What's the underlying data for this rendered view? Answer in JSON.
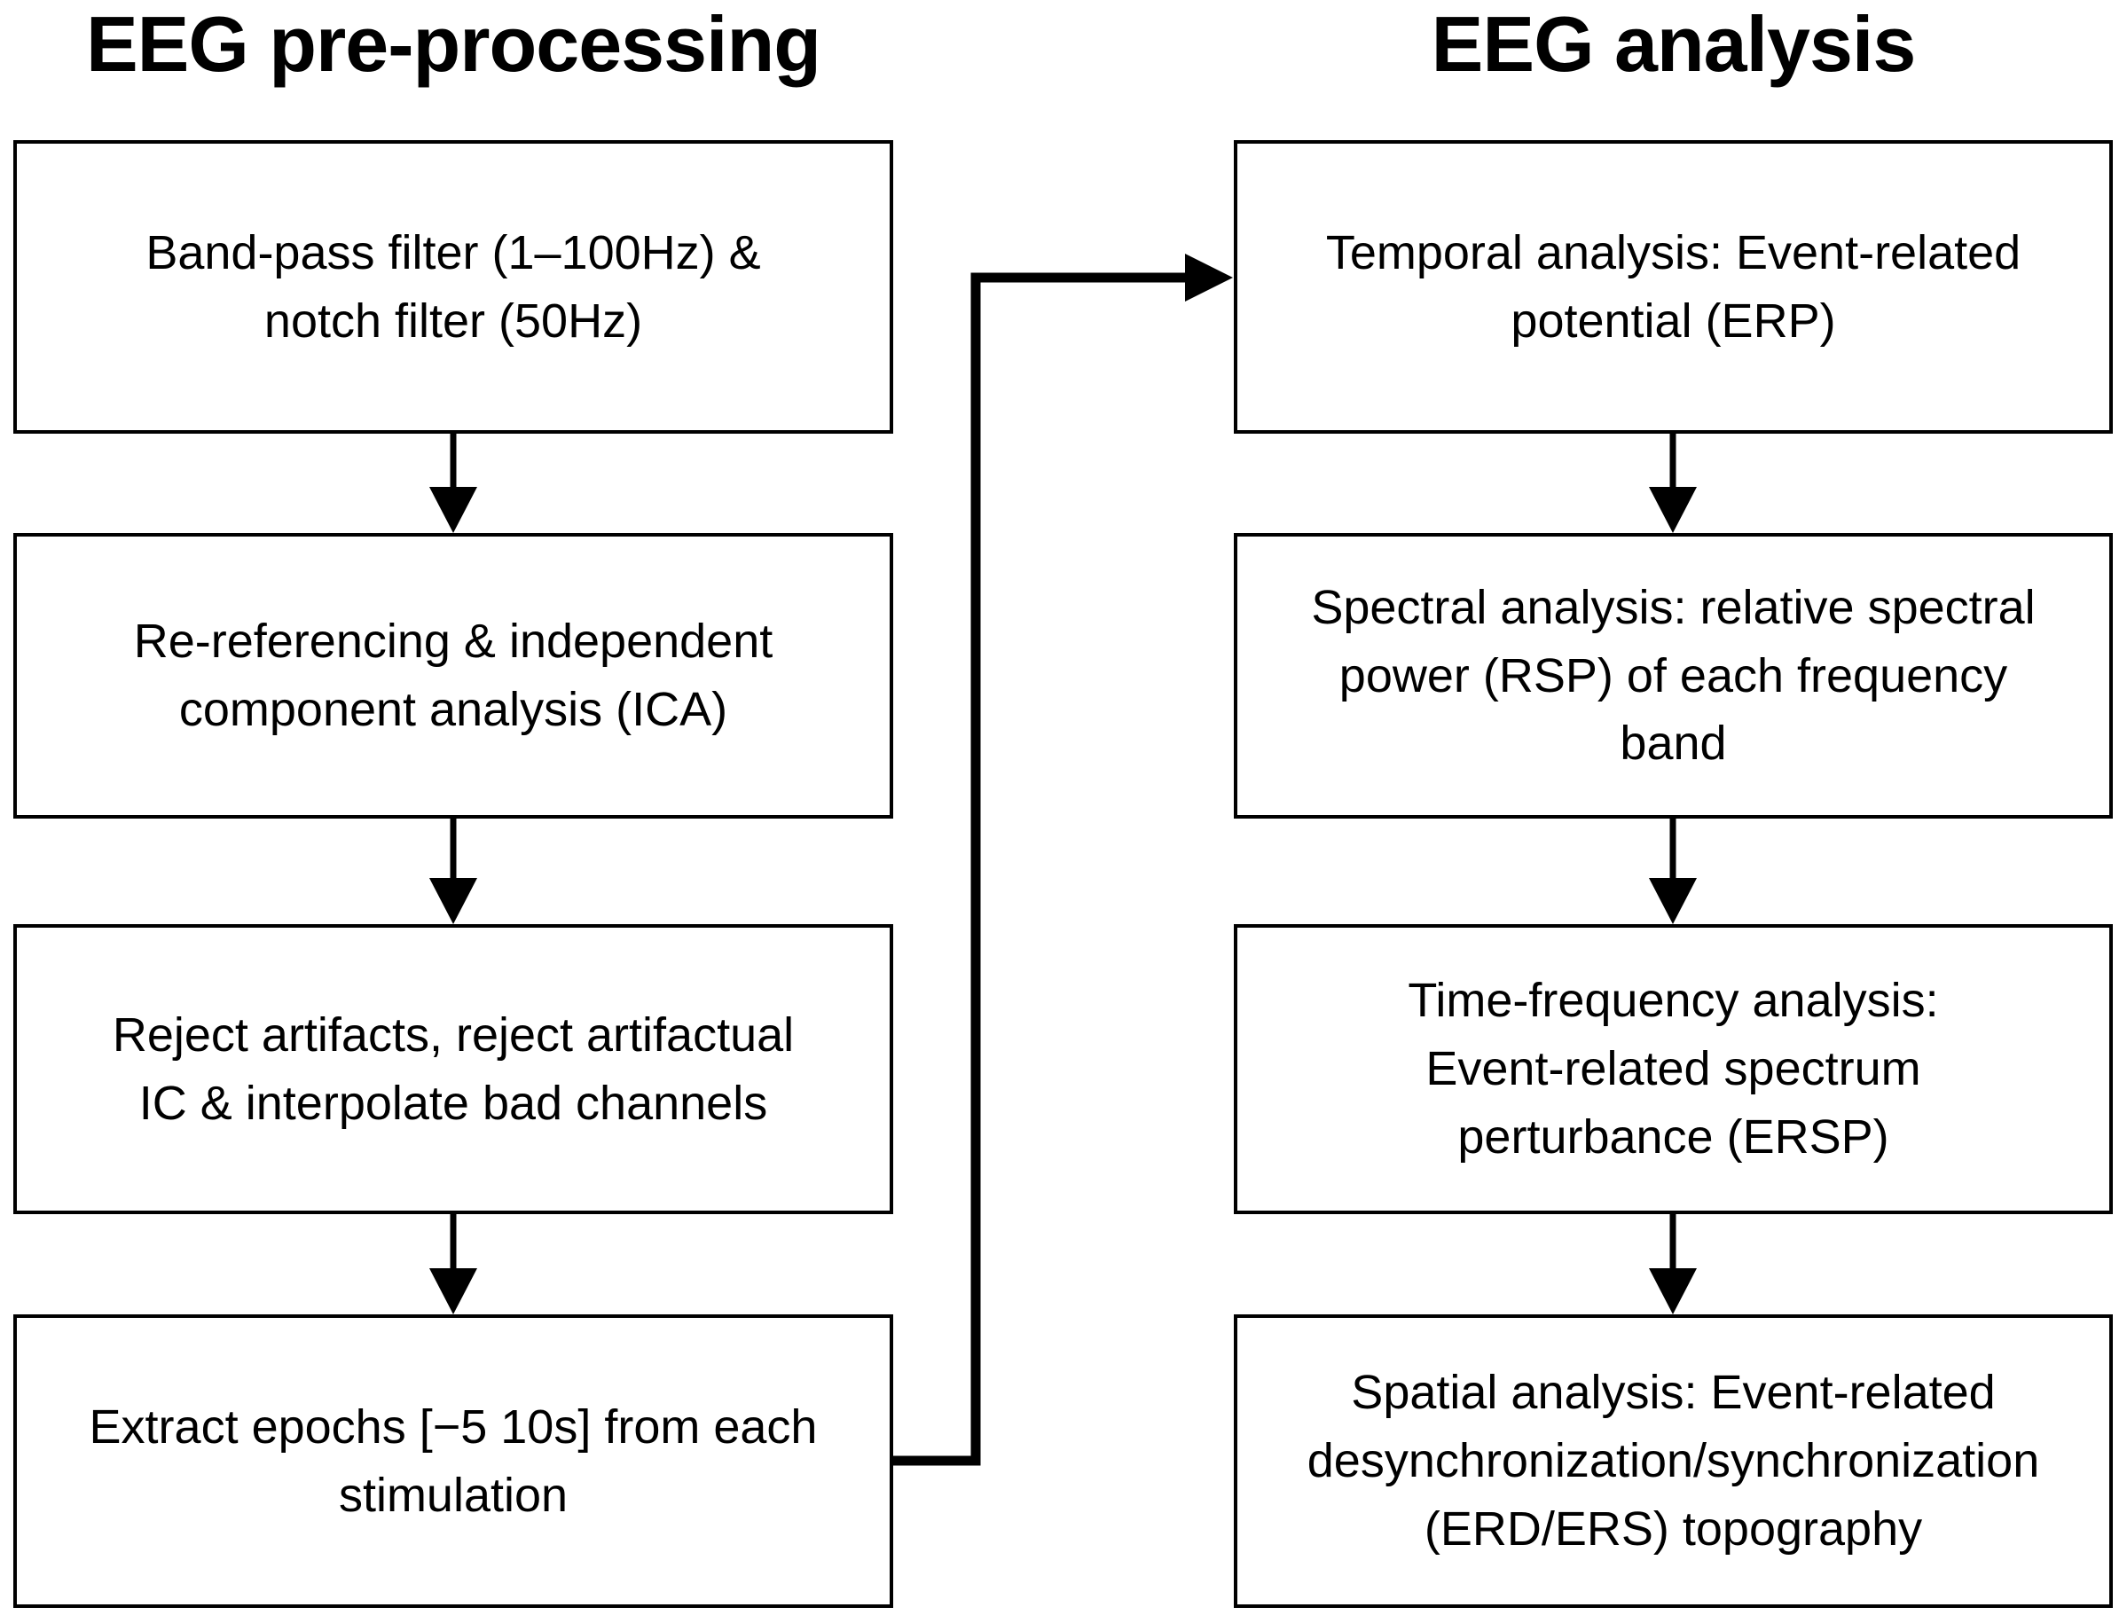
{
  "diagram": {
    "type": "flowchart",
    "colors": {
      "line": "#000000",
      "background": "#ffffff",
      "text": "#000000"
    },
    "columns": [
      {
        "title": "EEG pre-processing",
        "boxes": [
          {
            "id": "bandpass-notch-filter",
            "lines": [
              "Band-pass filter (1–100Hz) &",
              "notch filter (50Hz)"
            ]
          },
          {
            "id": "rereferencing-ica",
            "lines": [
              "Re-referencing & independent",
              "component analysis (ICA)"
            ]
          },
          {
            "id": "reject-artifacts",
            "lines": [
              "Reject artifacts, reject artifactual",
              "IC & interpolate bad channels"
            ]
          },
          {
            "id": "extract-epochs",
            "lines": [
              "Extract epochs [−5 10s] from each",
              "stimulation"
            ]
          }
        ]
      },
      {
        "title": "EEG analysis",
        "boxes": [
          {
            "id": "temporal-analysis-erp",
            "lines": [
              "Temporal analysis: Event-related",
              "potential (ERP)"
            ]
          },
          {
            "id": "spectral-analysis-rsp",
            "lines": [
              "Spectral analysis: relative spectral",
              "power (RSP) of each frequency",
              "band"
            ]
          },
          {
            "id": "time-frequency-ersp",
            "lines": [
              "Time-frequency analysis:",
              "Event-related spectrum",
              "perturbance (ERSP)"
            ]
          },
          {
            "id": "spatial-analysis-erd-ers",
            "lines": [
              "Spatial analysis: Event-related",
              "desynchronization/synchronization",
              "(ERD/ERS) topography"
            ]
          }
        ]
      }
    ],
    "connections": [
      "bandpass-notch-filter -> rereferencing-ica",
      "rereferencing-ica -> reject-artifacts",
      "reject-artifacts -> extract-epochs",
      "extract-epochs -> temporal-analysis-erp",
      "temporal-analysis-erp -> spectral-analysis-rsp",
      "spectral-analysis-rsp -> time-frequency-ersp",
      "time-frequency-ersp -> spatial-analysis-erd-ers"
    ]
  }
}
